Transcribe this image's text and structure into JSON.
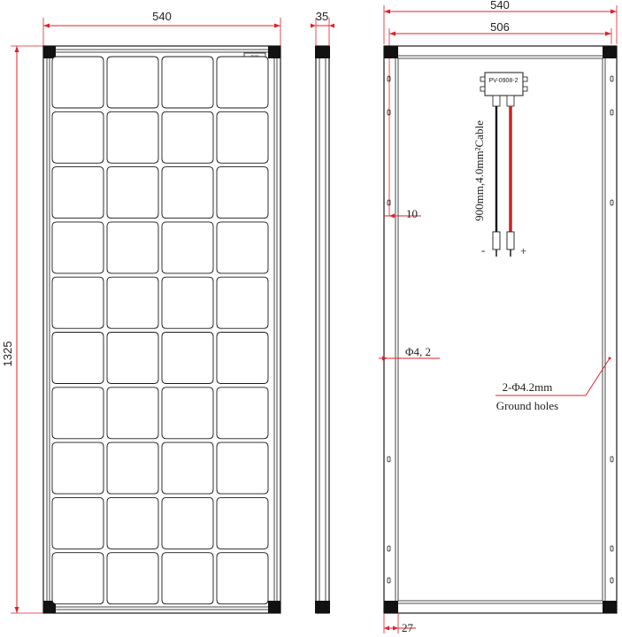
{
  "front_view": {
    "width_label": "540",
    "height_label": "1325",
    "cell_rows": 10,
    "cell_cols": 4,
    "nameplate_label": "Sign"
  },
  "side_view": {
    "thickness_label": "35"
  },
  "rear_view": {
    "overall_width_label": "540",
    "hole_spacing_label": "506",
    "edge_offset_label": "10",
    "hole_diameter_label": "Φ4, 2",
    "corner_label": "27",
    "junction_box_label": "PV-0908-2",
    "cable_label": "900mm,4.0mm²Cable",
    "minus_label": "-",
    "plus_label": "+",
    "ground_label_1": "2-Φ4.2mm",
    "ground_label_2": "Ground holes"
  },
  "colors": {
    "dimension": "#e0202a",
    "outline": "#1a1a1a",
    "cable_positive": "#d62020",
    "cable_negative": "#111111"
  }
}
